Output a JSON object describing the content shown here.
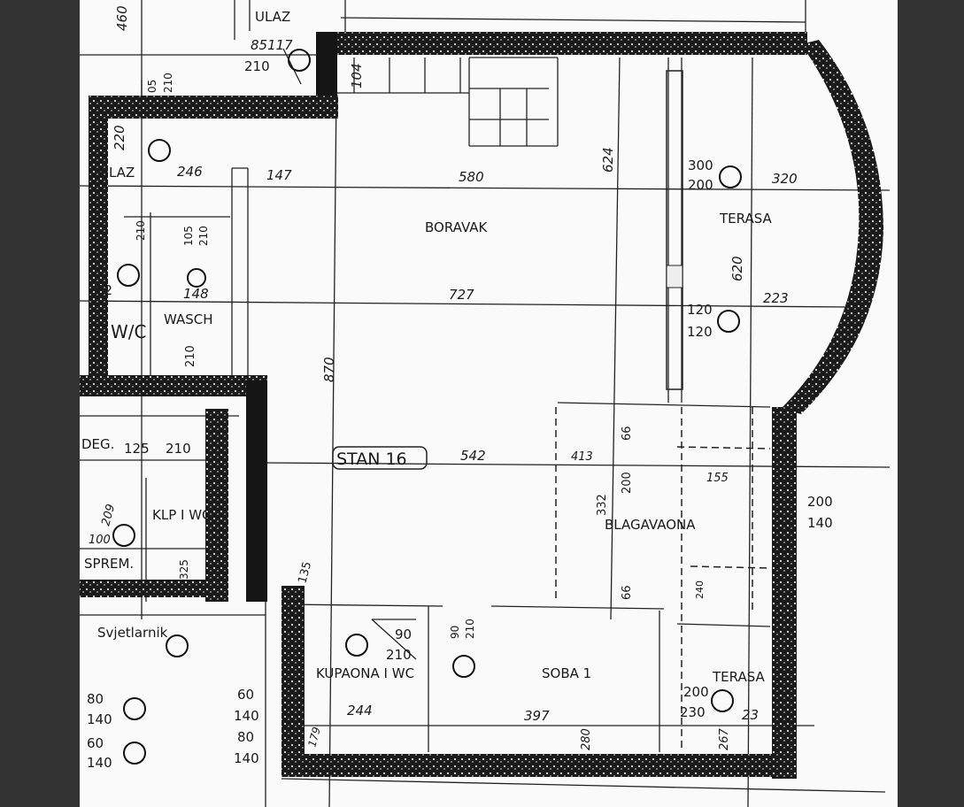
{
  "colors": {
    "frame": "#333333",
    "paper": "#fafafa",
    "ink": "#1a1a1a"
  },
  "title_tag": "STAN 16",
  "rooms": {
    "ulaz_top": "ULAZ",
    "ulaz": "ULAZ",
    "boravak": "BORAVAK",
    "terasa_top": "TERASA",
    "wasch": "WASCH",
    "wc": "W/C",
    "deg": "DEG.",
    "klp_wc": "KLP I WC",
    "sprem": "SPREM.",
    "svjetlarnik": "Svjetlarnik",
    "blagavaona": "BLAGAVAONA",
    "kupaona": "KUPAONA I WC",
    "soba": "SOBA 1",
    "terasa_bottom": "TERASA"
  },
  "dims": [
    "460",
    "85117",
    "210",
    "104",
    "05",
    "210",
    "220",
    "246",
    "147",
    "580",
    "624",
    "300",
    "200",
    "320",
    "727",
    "620",
    "223",
    "120",
    "120",
    "870",
    "210",
    "105",
    "210",
    "82",
    "148",
    "210",
    "125",
    "210",
    "209",
    "100",
    "325",
    "135",
    "542",
    "413",
    "66",
    "200",
    "332",
    "155",
    "200",
    "140",
    "66",
    "240",
    "90",
    "210",
    "90",
    "210",
    "244",
    "397",
    "200",
    "230",
    "23",
    "280",
    "267",
    "179",
    "80",
    "140",
    "60",
    "140",
    "60",
    "140",
    "80",
    "140"
  ]
}
